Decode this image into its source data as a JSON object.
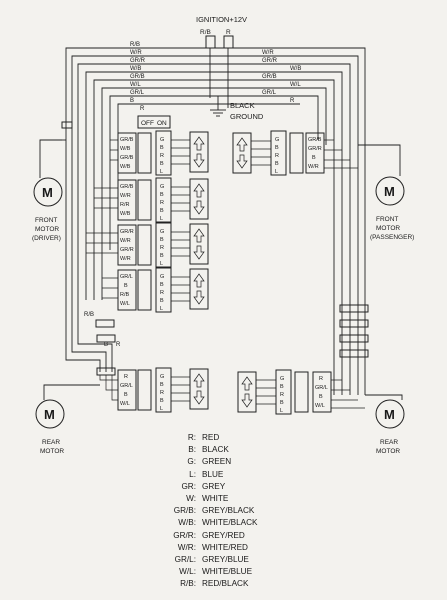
{
  "top": {
    "ignition_label": "IGNITION+12V",
    "pin_rb": "R/B",
    "pin_r": "R",
    "ground_line1": "BLACK",
    "ground_line2": "GROUND",
    "switch_off": "OFF",
    "switch_on": "ON"
  },
  "wire_labels": {
    "top_rb": "R/B",
    "top_wr_left": "W/R",
    "top_grr": "GR/R",
    "top_wb": "W/B",
    "top_grb": "GR/B",
    "top_wl": "W/L",
    "top_grl": "GR/L",
    "top_b": "B",
    "top_r": "R",
    "right_wr": "W/R",
    "right_grr": "GR/R",
    "right_wb": "W/B",
    "right_grb": "GR/B",
    "right_wl": "W/L",
    "right_grl": "GR/L",
    "right_r": "R",
    "left_rb": "R/B",
    "left_b": "B",
    "left_r": "R"
  },
  "switches": {
    "s1_pins": [
      "GR/B",
      "W/B",
      "GR/B",
      "W/B"
    ],
    "s2_pins": [
      "GR/B",
      "W/R",
      "R/R",
      "W/B"
    ],
    "s3_pins": [
      "GR/R",
      "W/R",
      "GR/R",
      "W/R"
    ],
    "s4_pins": [
      "GR/L",
      "B",
      "R/B",
      "W/L"
    ],
    "rear_left_pins": [
      "R",
      "GR/L",
      "B",
      "W/L"
    ],
    "front_right_pins": [
      "GR/B",
      "GR/R",
      "B",
      "W/R"
    ],
    "rear_right_pins": [
      "R",
      "GR/L",
      "B",
      "W/L"
    ],
    "conn_pins": [
      "G",
      "B",
      "R",
      "B",
      "L"
    ]
  },
  "motors": {
    "front_left": {
      "symbol": "M",
      "line1": "FRONT",
      "line2": "MOTOR",
      "line3": "(DRIVER)"
    },
    "front_right": {
      "symbol": "M",
      "line1": "FRONT",
      "line2": "MOTOR",
      "line3": "(PASSENGER)"
    },
    "rear_left": {
      "symbol": "M",
      "line1": "REAR",
      "line2": "MOTOR"
    },
    "rear_right": {
      "symbol": "M",
      "line1": "REAR",
      "line2": "MOTOR"
    }
  },
  "legend": [
    {
      "code": "R:",
      "name": "RED"
    },
    {
      "code": "B:",
      "name": "BLACK"
    },
    {
      "code": "G:",
      "name": "GREEN"
    },
    {
      "code": "L:",
      "name": "BLUE"
    },
    {
      "code": "GR:",
      "name": "GREY"
    },
    {
      "code": "W:",
      "name": "WHITE"
    },
    {
      "code": "GR/B:",
      "name": "GREY/BLACK"
    },
    {
      "code": "W/B:",
      "name": "WHITE/BLACK"
    },
    {
      "code": "GR/R:",
      "name": "GREY/RED"
    },
    {
      "code": "W/R:",
      "name": "WHITE/RED"
    },
    {
      "code": "GR/L:",
      "name": "GREY/BLUE"
    },
    {
      "code": "W/L:",
      "name": "WHITE/BLUE"
    },
    {
      "code": "R/B:",
      "name": "RED/BLACK"
    }
  ]
}
